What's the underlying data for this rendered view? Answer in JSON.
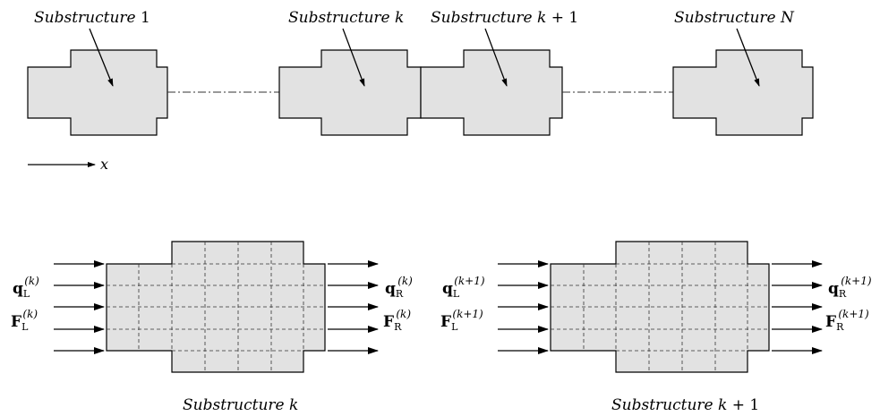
{
  "top_labels": {
    "sub1_text": "Substructure",
    "sub1_index": "1",
    "subk_text": "Substructure",
    "subk_index": "k",
    "subk1_text": "Substructure",
    "subk1_index": "k",
    "subk1_plus": "+ 1",
    "subN_text": "Substructure",
    "subN_index": "N"
  },
  "axis": {
    "label": "x"
  },
  "bottom_left": {
    "q_sym": "q",
    "q_sub_left": "L",
    "q_sub_right": "R",
    "F_sym": "F",
    "F_sub_left": "L",
    "F_sub_right": "R",
    "superscript": "(k)",
    "caption_text": "Substructure",
    "caption_index": "k"
  },
  "bottom_right": {
    "q_sym": "q",
    "q_sub_left": "L",
    "q_sub_right": "R",
    "F_sym": "F",
    "F_sub_left": "L",
    "F_sub_right": "R",
    "superscript": "(k+1)",
    "caption_text": "Substructure",
    "caption_index": "k",
    "caption_plus": "+ 1"
  }
}
